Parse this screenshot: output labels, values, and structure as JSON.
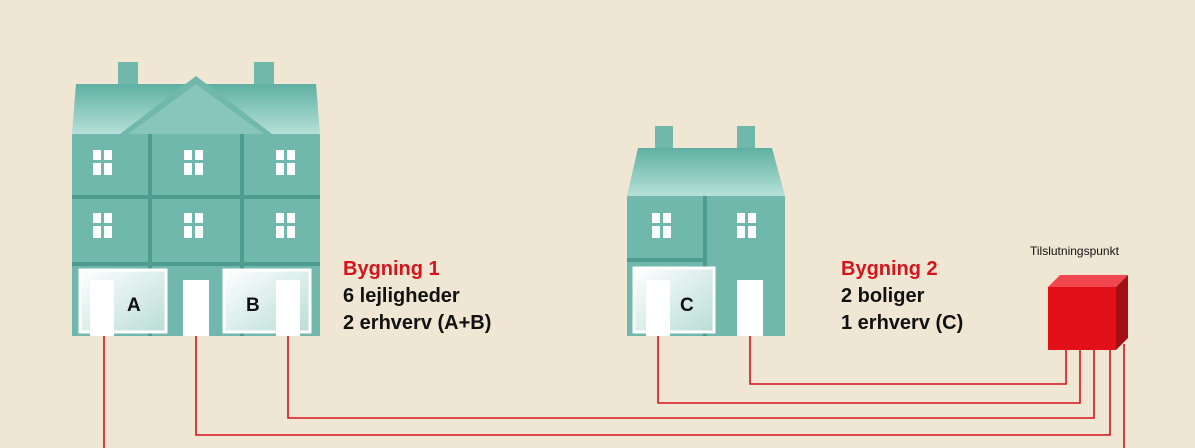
{
  "building1": {
    "title": "Bygning 1",
    "line1": "6 lejligheder",
    "line2": "2 erhverv (A+B)",
    "units": [
      "A",
      "B"
    ]
  },
  "building2": {
    "title": "Bygning 2",
    "line1": "2 boliger",
    "line2": "1 erhverv (C)",
    "units": [
      "C"
    ]
  },
  "connection_point": {
    "label": "Tilslutningspunkt",
    "icon": "red-box-icon"
  },
  "colors": {
    "background": "#efe6d4",
    "building": "#6fb8ab",
    "building_dark": "#4e9c8f",
    "roof": "#a9d8cf",
    "cable": "#d5141b",
    "connection_box": "#e3101a",
    "title_red": "#d5141b"
  }
}
